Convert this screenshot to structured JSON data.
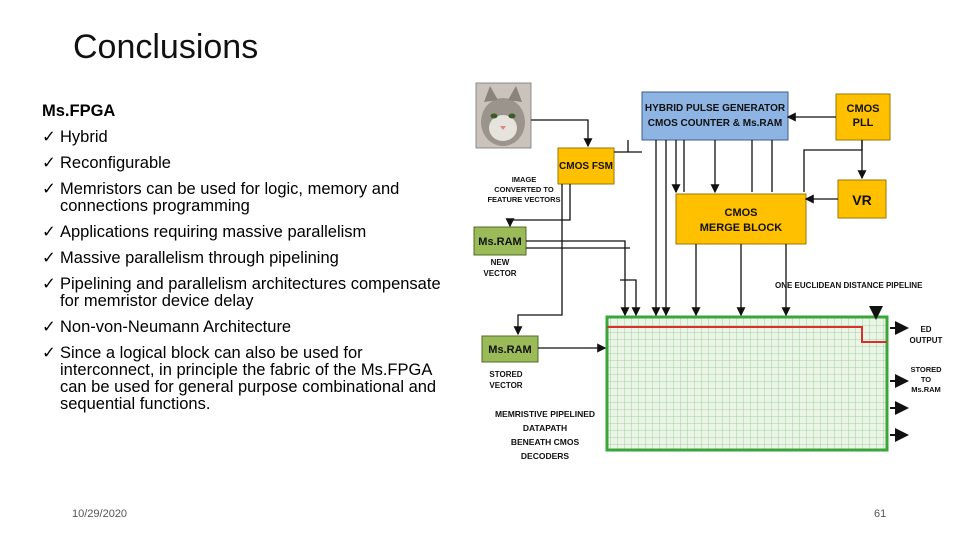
{
  "slide": {
    "title": "Conclusions",
    "date": "10/29/2020",
    "page_number": "61"
  },
  "content": {
    "heading": "Ms.FPGA",
    "check_glyph": "✓",
    "bullets": [
      "Hybrid",
      "Reconfigurable",
      "Memristors can be used for logic, memory and connections programming",
      "Applications requiring massive parallelism",
      "Massive parallelism through pipelining",
      "Pipelining and parallelism architectures compensate for memristor device delay",
      "Non-von-Neumann Architecture",
      "Since a logical block can also be used for interconnect, in principle the fabric of the Ms.FPGA can be used for general purpose combinational and sequential functions."
    ]
  },
  "diagram": {
    "colors": {
      "blue_block": "#8eb4e3",
      "orange_block": "#ffc000",
      "green_block": "#9bbb59",
      "grid_green": "#3aa63a",
      "red_line": "#d9302a"
    },
    "blocks": {
      "pulse_gen": [
        "HYBRID PULSE GENERATOR",
        "CMOS COUNTER & Ms.RAM"
      ],
      "cmos_pll": [
        "CMOS",
        "PLL"
      ],
      "cmos_fsm": "CMOS FSM",
      "vr": "VR",
      "merge": [
        "CMOS",
        "MERGE BLOCK"
      ],
      "msram_new": "Ms.RAM",
      "msram_stored": "Ms.RAM"
    },
    "labels": {
      "image_converted": [
        "IMAGE",
        "CONVERTED TO",
        "FEATURE VECTORS"
      ],
      "new_vector": [
        "NEW",
        "VECTOR"
      ],
      "stored_vector": [
        "STORED",
        "VECTOR"
      ],
      "pipeline": "ONE EUCLIDEAN DISTANCE PIPELINE",
      "ed_output": [
        "ED",
        "OUTPUT"
      ],
      "stored_to": [
        "STORED",
        "TO",
        "Ms.RAM"
      ],
      "datapath": [
        "MEMRISTIVE PIPELINED",
        "DATAPATH",
        "BENEATH CMOS",
        "DECODERS"
      ]
    },
    "icons": {
      "input_image": "cat-photo-icon"
    }
  }
}
